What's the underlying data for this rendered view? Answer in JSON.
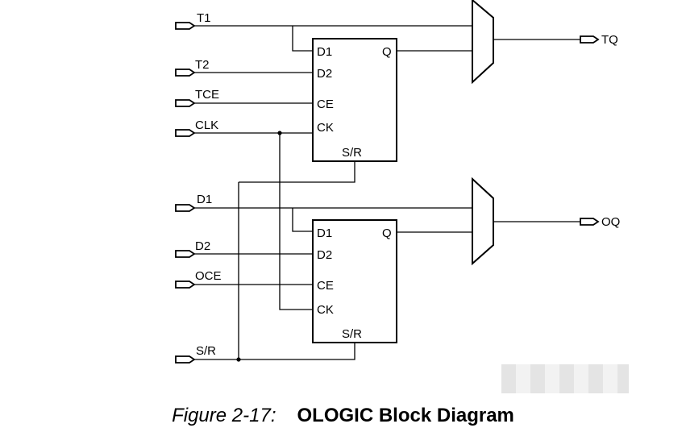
{
  "inputs": {
    "t1": "T1",
    "t2": "T2",
    "tce": "TCE",
    "clk": "CLK",
    "d1": "D1",
    "d2": "D2",
    "oce": "OCE",
    "sr": "S/R"
  },
  "outputs": {
    "tq": "TQ",
    "oq": "OQ"
  },
  "ff_top": {
    "d1": "D1",
    "d2": "D2",
    "ce": "CE",
    "ck": "CK",
    "q": "Q",
    "sr": "S/R"
  },
  "ff_bottom": {
    "d1": "D1",
    "d2": "D2",
    "ce": "CE",
    "ck": "CK",
    "q": "Q",
    "sr": "S/R"
  },
  "caption": {
    "number": "Figure 2-17:",
    "title": "OLOGIC Block Diagram"
  }
}
